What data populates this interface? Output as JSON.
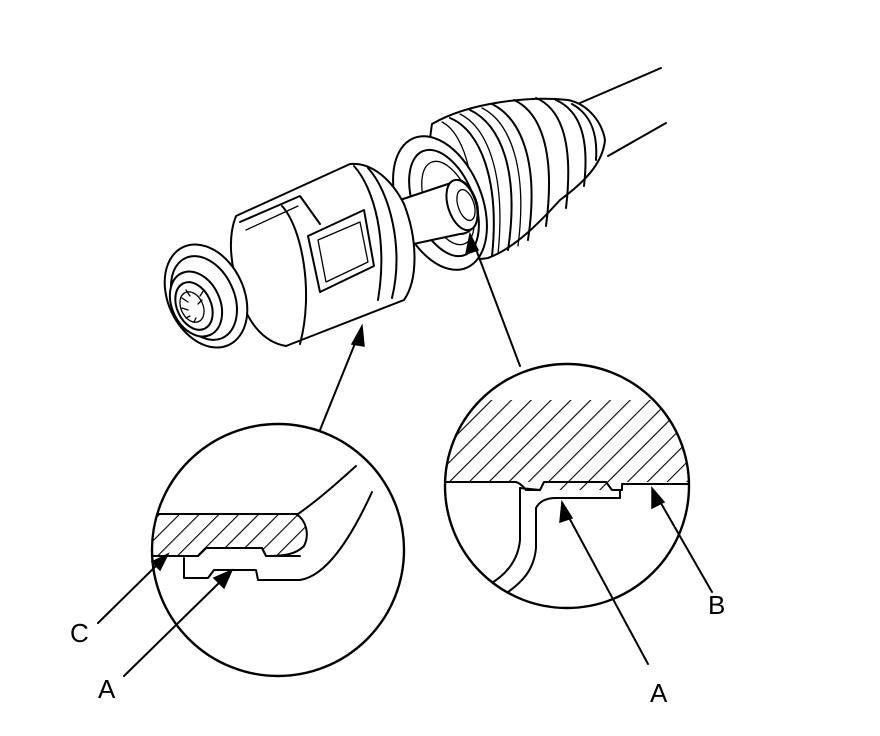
{
  "labels": {
    "c_left": "C",
    "a_left": "A",
    "a_right": "A",
    "b_right": "B"
  },
  "colors": {
    "ink": "#000000",
    "paper": "#ffffff"
  }
}
